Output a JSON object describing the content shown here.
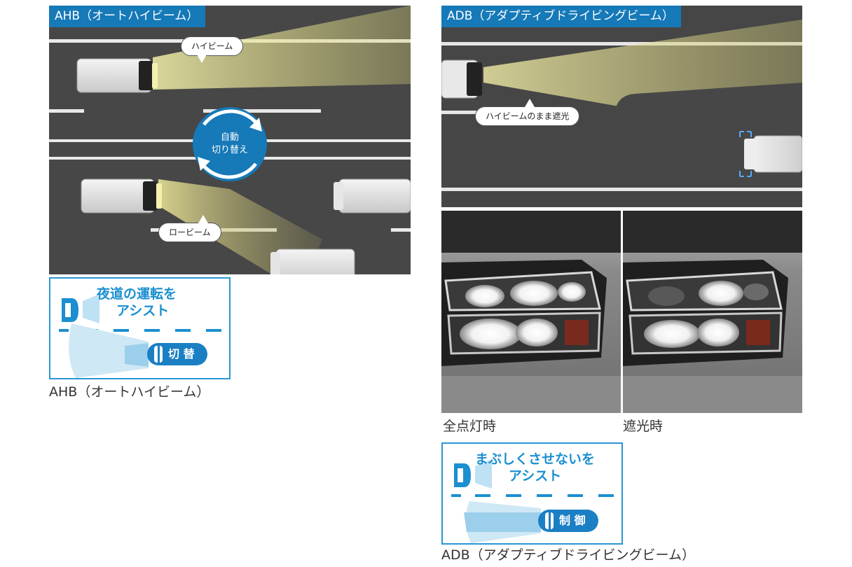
{
  "ahb": {
    "tag": "AHB（オートハイビーム）",
    "high_beam_label": "ハイビーム",
    "low_beam_label": "ロービーム",
    "switch_line1": "自動",
    "switch_line2": "切り替え",
    "badge_title_line1": "夜道の運転を",
    "badge_title_line2": "アシスト",
    "badge_pill": "切 替",
    "caption": "AHB（オートハイビーム）"
  },
  "adb": {
    "tag": "ADB（アダプティブドライビングビーム）",
    "shade_label": "ハイビームのまま遮光",
    "photo_left_caption": "全点灯時",
    "photo_right_caption": "遮光時",
    "badge_title_line1": "まぶしくさせないを",
    "badge_title_line2": "アシスト",
    "badge_pill": "制 御",
    "caption": "ADB（アダプティブドライビングビーム）"
  },
  "colors": {
    "accent": "#1679b8",
    "badge_blue": "#2a97d4",
    "road": "#474747"
  }
}
